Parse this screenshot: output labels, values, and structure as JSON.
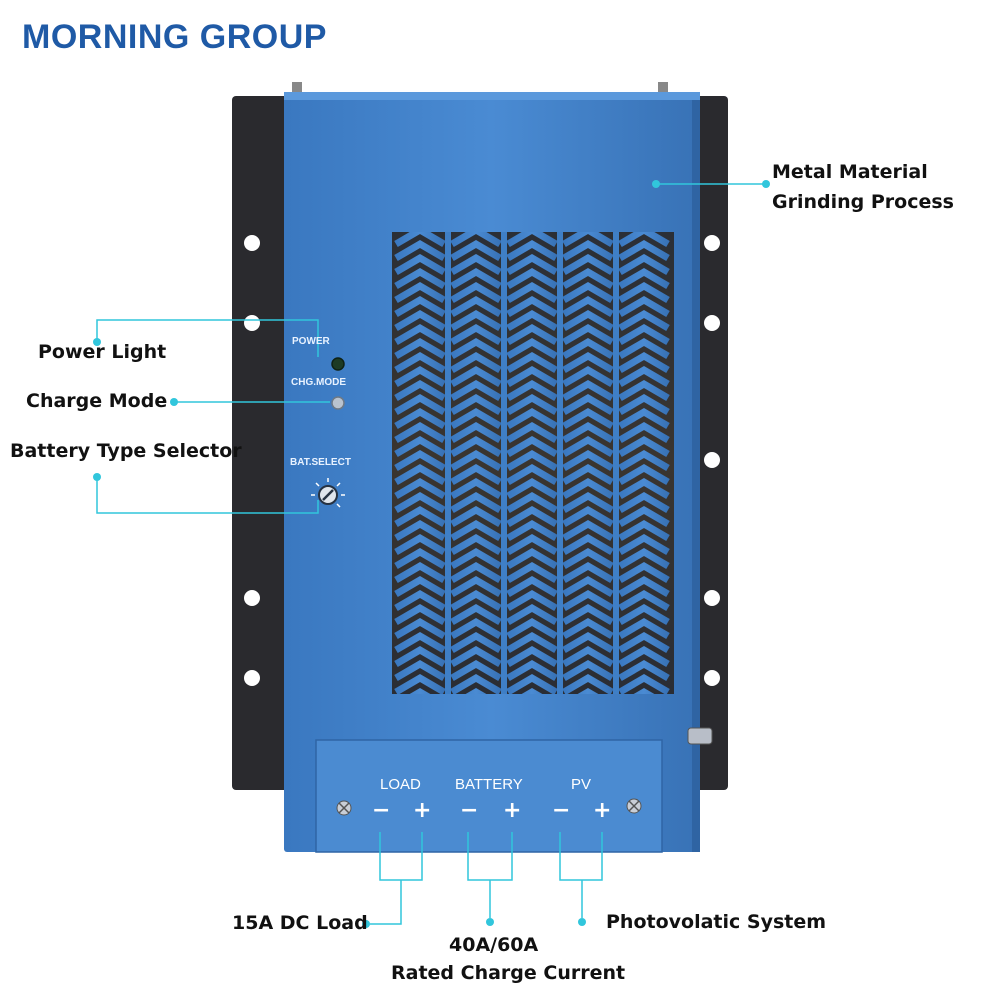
{
  "brand": {
    "name": "MORNING GROUP"
  },
  "panel_labels": {
    "power": "POWER",
    "chg_mode": "CHG.MODE",
    "bat_select": "BAT.SELECT"
  },
  "terminals": {
    "load": "LOAD",
    "battery": "BATTERY",
    "pv": "PV",
    "minus": "−",
    "plus": "+"
  },
  "callouts": {
    "metal_line1": "Metal Material",
    "metal_line2": "Grinding Process",
    "power_light": "Power Light",
    "charge_mode": "Charge Mode",
    "battery_selector": "Battery Type Selector",
    "dc_load": "15A DC Load",
    "charge_current_line1": "40A/60A",
    "charge_current_line2": "Rated Charge Current",
    "pv_system": "Photovolatic System"
  },
  "colors": {
    "brand": "#1f5aa6",
    "device_blue": "#3f7fc6",
    "leader_line": "#31c6dc",
    "mount_plate": "#2a2a2e"
  }
}
